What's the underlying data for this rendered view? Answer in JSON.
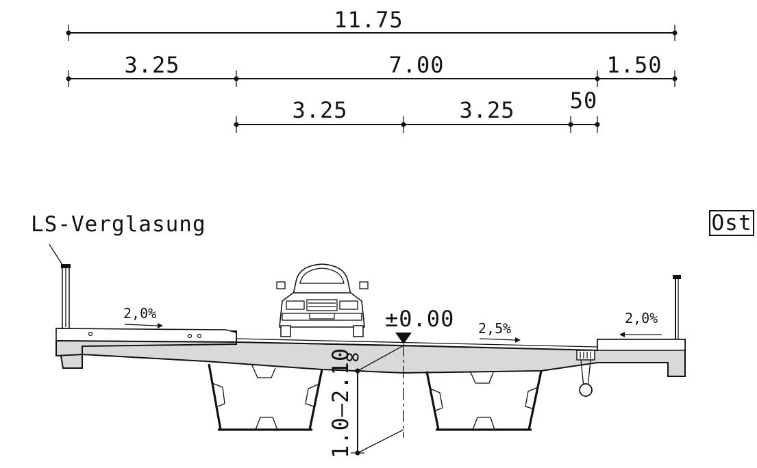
{
  "dimensions": {
    "total": "11.75",
    "left_part": "3.25",
    "center_part": "7.00",
    "right_part": "1.50",
    "lane_left": "3.25",
    "lane_right": "3.25",
    "offset": "50"
  },
  "labels": {
    "glazing": "LS-Verglasung",
    "direction": "Ost",
    "elevation": "±0.00",
    "depth": "1.0–2.10",
    "expansion": "∞"
  },
  "slopes": {
    "left_walkway": "2,0%",
    "roadway": "2,5%",
    "right_walkway": "2,0%"
  }
}
